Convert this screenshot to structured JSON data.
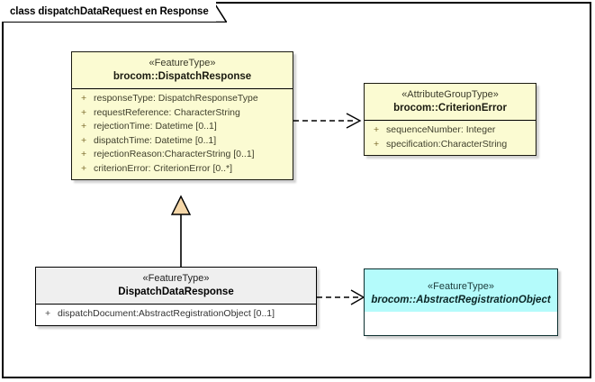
{
  "diagram": {
    "frame_label": "class dispatchDataRequest en Response",
    "type": "uml-class-diagram"
  },
  "colors": {
    "class_fill_yellow": "#fbfbd2",
    "class_fill_gray": "#efefef",
    "class_fill_cyan": "#b4fbfb",
    "class_border": "#000000",
    "generalization_fill": "#f5d7a8",
    "connector_line": "#000000",
    "canvas": "#ffffff"
  },
  "classes": [
    {
      "id": "dispatch-response",
      "stereotype": "«FeatureType»",
      "name": "brocom::DispatchResponse",
      "abstract": false,
      "theme": "yellow",
      "attributes": [
        {
          "visibility": "+",
          "text": "responseType: DispatchResponseType"
        },
        {
          "visibility": "+",
          "text": "requestReference: CharacterString"
        },
        {
          "visibility": "+",
          "text": "rejectionTime: Datetime [0..1]"
        },
        {
          "visibility": "+",
          "text": "dispatchTime: Datetime [0..1]"
        },
        {
          "visibility": "+",
          "text": "rejectionReason:CharacterString [0..1]"
        },
        {
          "visibility": "+",
          "text": "criterionError: CriterionError [0..*]"
        }
      ]
    },
    {
      "id": "criterion-error",
      "stereotype": "«AttributeGroupType»",
      "name": "brocom::CriterionError",
      "abstract": false,
      "theme": "yellow",
      "attributes": [
        {
          "visibility": "+",
          "text": "sequenceNumber: Integer"
        },
        {
          "visibility": "+",
          "text": "specification:CharacterString"
        }
      ]
    },
    {
      "id": "dispatch-data-response",
      "stereotype": "«FeatureType»",
      "name": "DispatchDataResponse",
      "abstract": false,
      "theme": "gray",
      "attributes": [
        {
          "visibility": "+",
          "text": "dispatchDocument:AbstractRegistrationObject [0..1]"
        }
      ]
    },
    {
      "id": "abstract-registration-object",
      "stereotype": "«FeatureType»",
      "name": "brocom::AbstractRegistrationObject",
      "abstract": true,
      "theme": "cyan",
      "attributes": []
    }
  ],
  "connectors": [
    {
      "id": "dep-response-to-criterion",
      "kind": "dependency",
      "style": "dashed-open-arrow",
      "from": "dispatch-response",
      "to": "criterion-error",
      "label": ""
    },
    {
      "id": "gen-datadresponse-to-response",
      "kind": "generalization",
      "style": "solid-hollow-triangle",
      "from": "dispatch-data-response",
      "to": "dispatch-response",
      "label": ""
    },
    {
      "id": "dep-dataresponse-to-abstractobj",
      "kind": "dependency",
      "style": "dashed-open-arrow",
      "from": "dispatch-data-response",
      "to": "abstract-registration-object",
      "label": ""
    }
  ]
}
